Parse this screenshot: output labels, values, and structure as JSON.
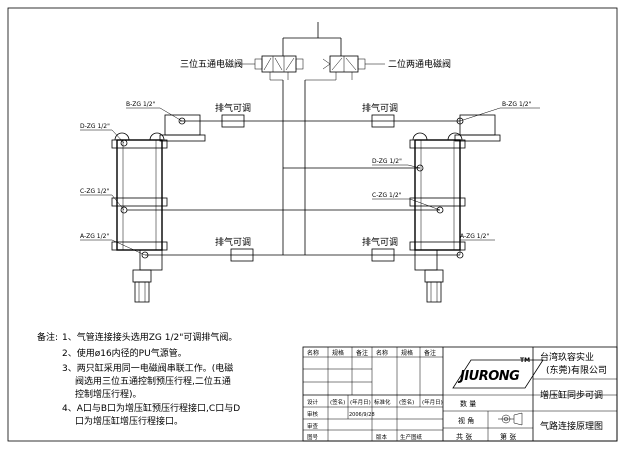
{
  "diagram": {
    "valve_left_label": "三位五通电磁阀",
    "valve_right_label": "二位两通电磁阀",
    "exhaust_label": "排气可调",
    "ports": {
      "b": "B-ZG 1/2\"",
      "d": "D-ZG 1/2\"",
      "c": "C-ZG 1/2\"",
      "a": "A-ZG 1/2\""
    }
  },
  "notes": {
    "prefix": "备注:",
    "items": [
      "1、气管连接接头选用ZG 1/2\"可调排气阀。",
      "2、使用ø16内径的PU气源管。",
      "3、两只缸采用同一电磁阀串联工作。(电磁",
      "阀选用三位五通控制预压行程,二位五通",
      "控制增压行程)。",
      "4、A口与B口为增压缸预压行程接口,C口与D",
      "口为增压缸增压行程接口。"
    ]
  },
  "title_block": {
    "headers": [
      "名称",
      "规格",
      "备注",
      "名称",
      "规格",
      "备注"
    ],
    "logo_text": "JIURONG",
    "trademark": "TM",
    "company_line1": "台湾玖容实业",
    "company_line2": "(东莞)有限公司",
    "product_name": "增压缸同步可调",
    "drawing_title": "气路连接原理图",
    "row_design": [
      "设计",
      "(签名)",
      "(年月日)",
      "标准化",
      "(签名)",
      "(年月日)"
    ],
    "row_check": [
      "审核",
      "2006/9/28"
    ],
    "row_audit": "审查",
    "row_num": [
      "图号",
      "版本",
      "生产图纸"
    ],
    "qty_label": "数 量",
    "view_label": "视 角",
    "total_label": "共 张",
    "sheet_label": "第 张"
  }
}
